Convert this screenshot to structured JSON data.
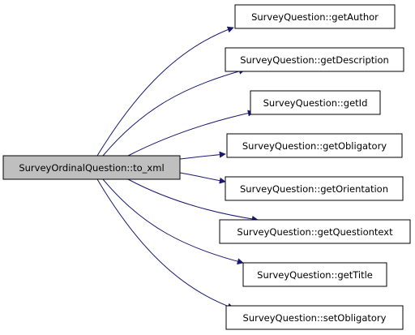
{
  "graph": {
    "source": {
      "label": "SurveyOrdinalQuestion::to_xml"
    },
    "targets": [
      {
        "label": "SurveyQuestion::getAuthor"
      },
      {
        "label": "SurveyQuestion::getDescription"
      },
      {
        "label": "SurveyQuestion::getId"
      },
      {
        "label": "SurveyQuestion::getObligatory"
      },
      {
        "label": "SurveyQuestion::getOrientation"
      },
      {
        "label": "SurveyQuestion::getQuestiontext"
      },
      {
        "label": "SurveyQuestion::getTitle"
      },
      {
        "label": "SurveyQuestion::setObligatory"
      }
    ],
    "colors": {
      "edge": "#191970",
      "source_fill": "#bfbfbf",
      "target_fill": "#ffffff",
      "border": "#000000"
    }
  }
}
